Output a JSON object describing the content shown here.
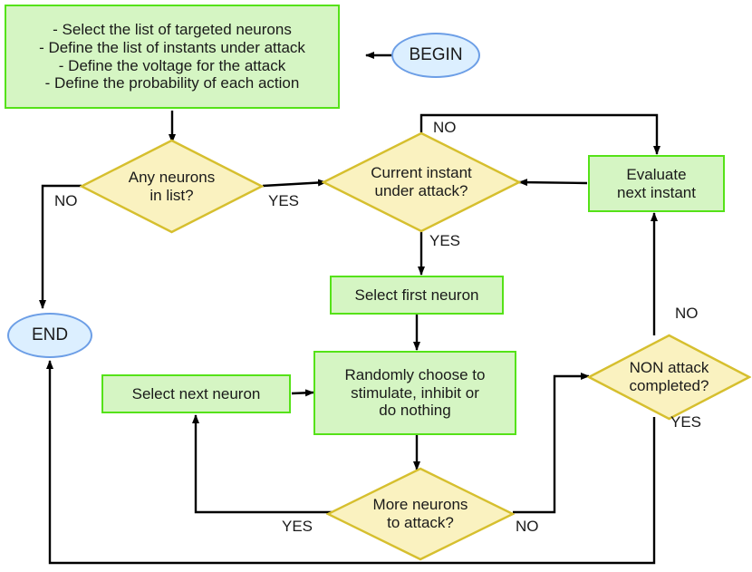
{
  "diagram": {
    "title": "Neuron attack simulation flowchart",
    "colors": {
      "process_fill": "#d5f5c3",
      "process_stroke": "#55e218",
      "terminator_fill": "#dcefff",
      "terminator_stroke": "#6c9ee6",
      "decision_fill": "#faf2c0",
      "decision_stroke": "#d6bf2e",
      "edge_stroke": "#000000",
      "text": "#1a1a1a"
    }
  },
  "nodes": {
    "begin": {
      "label": "BEGIN"
    },
    "end": {
      "label": "END"
    },
    "init": {
      "lines": [
        "- Select the list of targeted neurons",
        "- Define the list of instants under attack",
        "- Define the voltage for the attack",
        "- Define the probability of each action"
      ]
    },
    "any_neurons": {
      "line1": "Any neurons",
      "line2": "in list?"
    },
    "current_instant": {
      "line1": "Current instant",
      "line2": "under attack?"
    },
    "evaluate_next_instant": {
      "line1": "Evaluate",
      "line2": "next instant"
    },
    "select_first_neuron": {
      "label": "Select first neuron"
    },
    "randomly_choose": {
      "line1": "Randomly choose to",
      "line2": "stimulate, inhibit or",
      "line3": "do nothing"
    },
    "select_next_neuron": {
      "label": "Select next neuron"
    },
    "non_attack_completed": {
      "line1": "NON attack",
      "line2": "completed?"
    },
    "more_neurons": {
      "line1": "More neurons",
      "line2": "to attack?"
    }
  },
  "edge_labels": {
    "any_neurons_no": "NO",
    "any_neurons_yes": "YES",
    "current_instant_no": "NO",
    "current_instant_yes": "YES",
    "more_neurons_yes": "YES",
    "more_neurons_no": "NO",
    "non_attack_no": "NO",
    "non_attack_yes": "YES"
  }
}
